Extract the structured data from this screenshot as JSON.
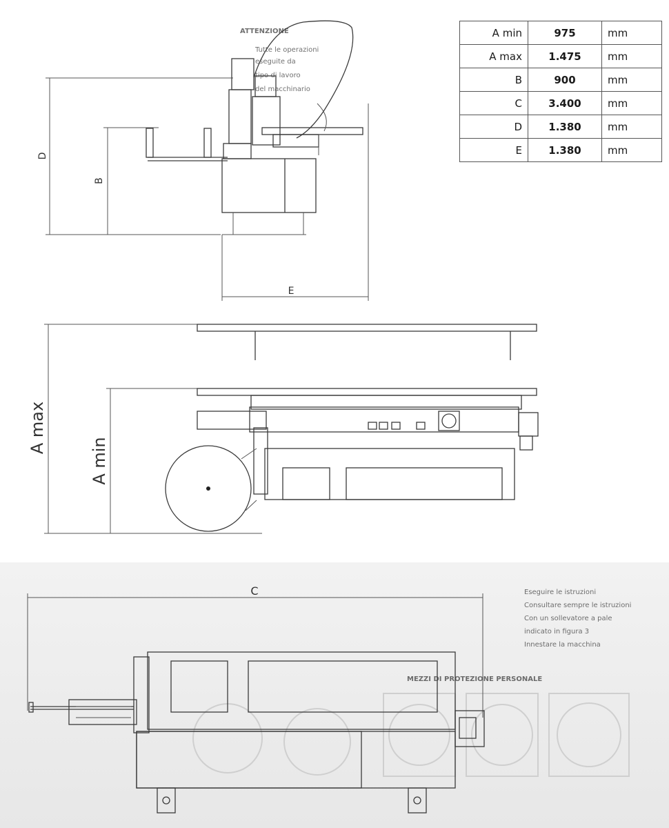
{
  "dimension_table": {
    "rows": [
      {
        "label": "A min",
        "value": "975",
        "unit": "mm"
      },
      {
        "label": "A max",
        "value": "1.475",
        "unit": "mm"
      },
      {
        "label": "B",
        "value": "900",
        "unit": "mm"
      },
      {
        "label": "C",
        "value": "3.400",
        "unit": "mm"
      },
      {
        "label": "D",
        "value": "1.380",
        "unit": "mm"
      },
      {
        "label": "E",
        "value": "1.380",
        "unit": "mm"
      }
    ]
  },
  "drawing_labels": {
    "side_view": {
      "d": "D",
      "b": "B",
      "e": "E"
    },
    "front_view": {
      "a_max": "A max",
      "a_min": "A min"
    },
    "top_view": {
      "c": "C"
    }
  }
}
